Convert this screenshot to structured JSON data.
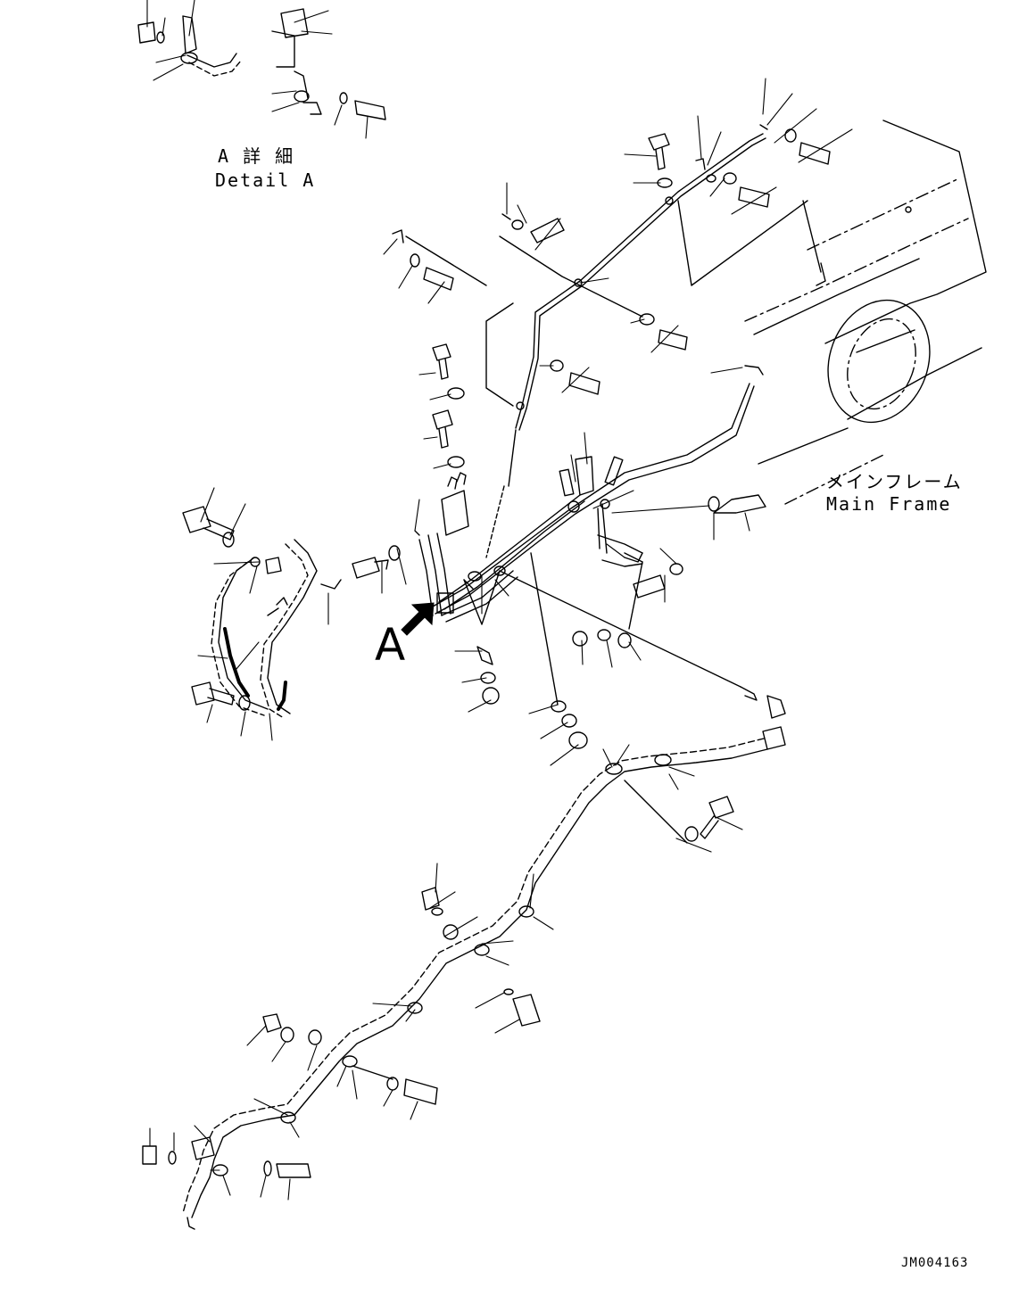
{
  "labels": {
    "detail_title_ja": "A 詳 細",
    "detail_title_en": "Detail A",
    "main_frame_ja": "メインフレーム",
    "main_frame_en": "Main Frame",
    "view_callout": "A",
    "figure_code": "JM004163"
  },
  "colors": {
    "ink": "#000000",
    "paper": "#ffffff"
  },
  "icons": {
    "callout_arrow": "bold-arrow-icon"
  }
}
